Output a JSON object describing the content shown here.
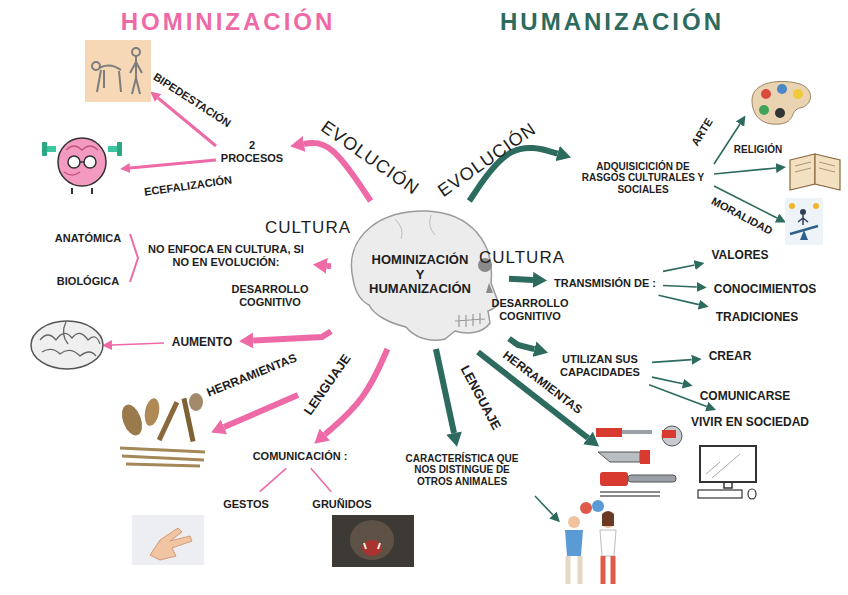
{
  "diagram": {
    "nodes": [
      {
        "text": [
          "HOMINIZACIÓN Y HUMANIZACIÓN"
        ]
      },
      {
        "text": [
          "2 PROCESOS"
        ]
      },
      {
        "text": [
          "NO ENFOCA EN CULTURA, SI NO EN EVOLUCIÓN:"
        ]
      },
      {
        "text": [
          "AUMENTO"
        ]
      },
      {
        "text": [
          "COMUNICACIÓN :"
        ]
      },
      {
        "text": [
          "GESTOS"
        ]
      },
      {
        "text": [
          "GRUÑIDOS"
        ]
      },
      {
        "text": [
          "ADQUISICICIÓN DE RASGOS CULTURALES Y SOCIALES"
        ]
      },
      {
        "text": [
          "TRANSMISIÓN DE :"
        ]
      },
      {
        "text": [
          "VALORES"
        ]
      },
      {
        "text": [
          "CONOCIMIENTOS"
        ]
      },
      {
        "text": [
          "TRADICIONES"
        ]
      },
      {
        "text": [
          "UTILIZAN SUS CAPACIDADES"
        ]
      },
      {
        "text": [
          "CREAR"
        ]
      },
      {
        "text": [
          "COMUNICARSE"
        ]
      },
      {
        "text": [
          "VIVIR EN SOCIEDAD"
        ]
      },
      {
        "text": [
          "CARACTERÍSTICA QUE NOS DISTINGUE DE OTROS ANIMALES"
        ]
      }
    ],
    "edges": [
      {
        "from": 0,
        "to": 1,
        "label": "EVOLUCIÓN",
        "arrow": "to"
      },
      {
        "from": 0,
        "to": 2,
        "label": "CULTURA",
        "arrow": "to"
      },
      {
        "from": 0,
        "to": 3,
        "label": "DESARROLLO COGNITIVO",
        "arrow": "to"
      },
      {
        "from": 0,
        "to": 4,
        "label": "LENGUAJE",
        "arrow": "to"
      },
      {
        "from": 4,
        "to": 5,
        "arrow": "none"
      },
      {
        "from": 4,
        "to": 6,
        "arrow": "none"
      },
      {
        "from": 0,
        "to": 7,
        "label": "EVOLUCIÓN",
        "arrow": "to"
      },
      {
        "from": 0,
        "to": 8,
        "label": "CULTURA",
        "arrow": "to"
      },
      {
        "from": 8,
        "to": 9,
        "arrow": "to"
      },
      {
        "from": 8,
        "to": 10,
        "arrow": "to"
      },
      {
        "from": 8,
        "to": 11,
        "arrow": "to"
      },
      {
        "from": 0,
        "to": 12,
        "label": "DESARROLLO COGNITIVO",
        "arrow": "to"
      },
      {
        "from": 12,
        "to": 13,
        "arrow": "to"
      },
      {
        "from": 12,
        "to": 14,
        "arrow": "to"
      },
      {
        "from": 12,
        "to": 15,
        "arrow": "to"
      },
      {
        "from": 0,
        "to": 16,
        "label": "LENGUAJE",
        "arrow": "to"
      }
    ],
    "labels": [
      "HOMINIZACIÓN",
      "HUMANIZACIÓN",
      "BIPEDESTACIÓN",
      "ECEFALIZACIÓN",
      "ANATÓMICA",
      "BIOLÓGICA",
      "HERRAMIENTAS",
      "ARTE",
      "RELIGIÓN",
      "MORALIDAD",
      "HERRAMIENTAS"
    ]
  }
}
